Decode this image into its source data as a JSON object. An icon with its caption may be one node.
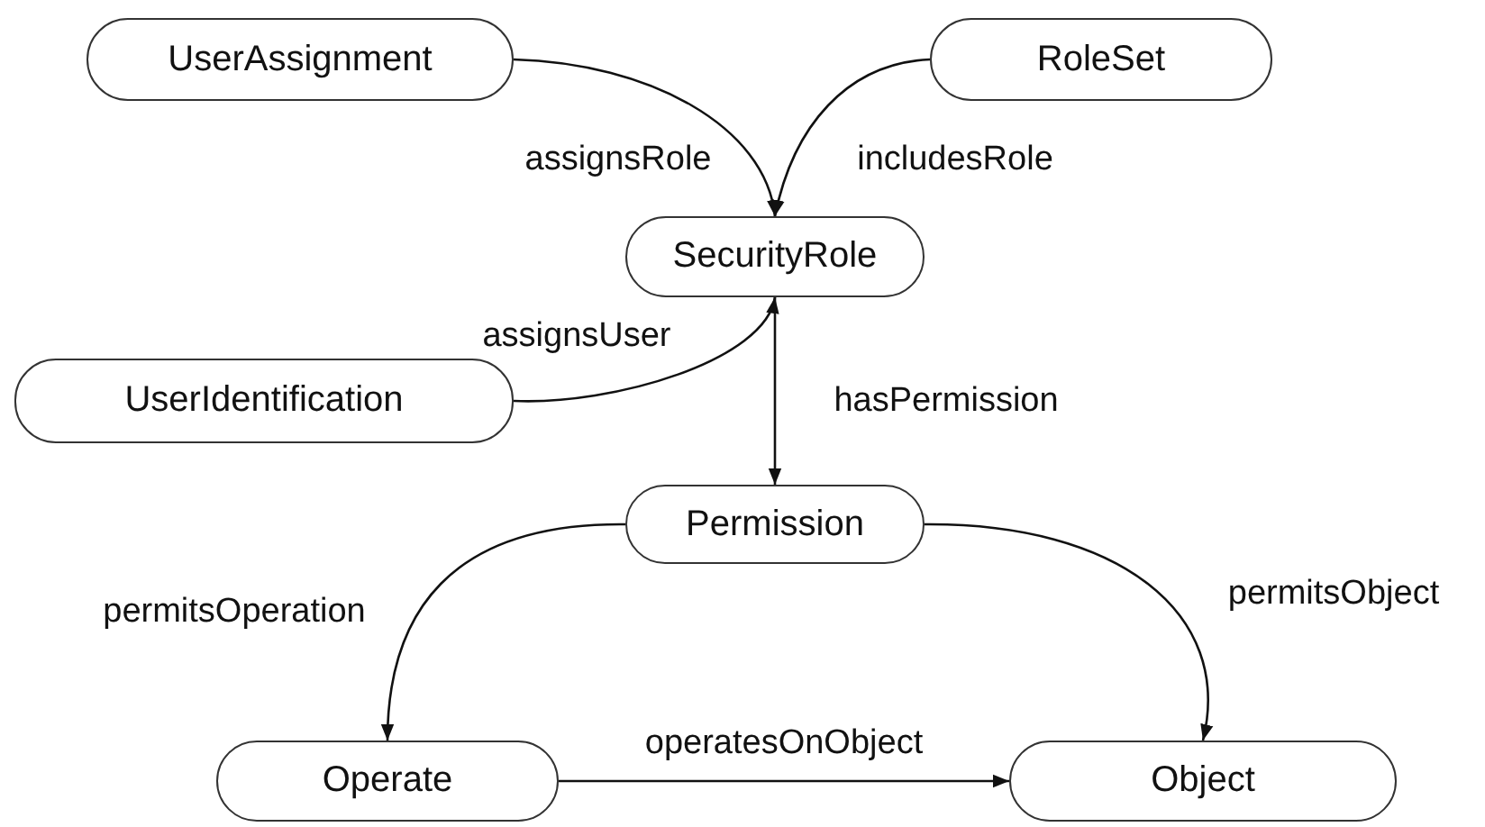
{
  "diagram": {
    "nodes": [
      {
        "text": [
          "UserAssignment"
        ]
      },
      {
        "text": [
          "RoleSet"
        ]
      },
      {
        "text": [
          "SecurityRole"
        ]
      },
      {
        "text": [
          "UserIdentification"
        ]
      },
      {
        "text": [
          "Permission"
        ]
      },
      {
        "text": [
          "Operate"
        ]
      },
      {
        "text": [
          "Object"
        ]
      }
    ],
    "edges": [
      {
        "from": 0,
        "to": 2,
        "arrow": "to",
        "label": "assignsRole"
      },
      {
        "from": 1,
        "to": 2,
        "arrow": "to",
        "label": "includesRole"
      },
      {
        "from": 3,
        "to": 2,
        "arrow": "to",
        "label": "assignsUser"
      },
      {
        "from": 2,
        "to": 4,
        "arrow": "to",
        "label": "hasPermission"
      },
      {
        "from": 4,
        "to": 5,
        "arrow": "to",
        "label": "permitsOperation"
      },
      {
        "from": 4,
        "to": 6,
        "arrow": "to",
        "label": "permitsObject"
      },
      {
        "from": 5,
        "to": 6,
        "arrow": "to",
        "label": "operatesOnObject"
      }
    ]
  }
}
